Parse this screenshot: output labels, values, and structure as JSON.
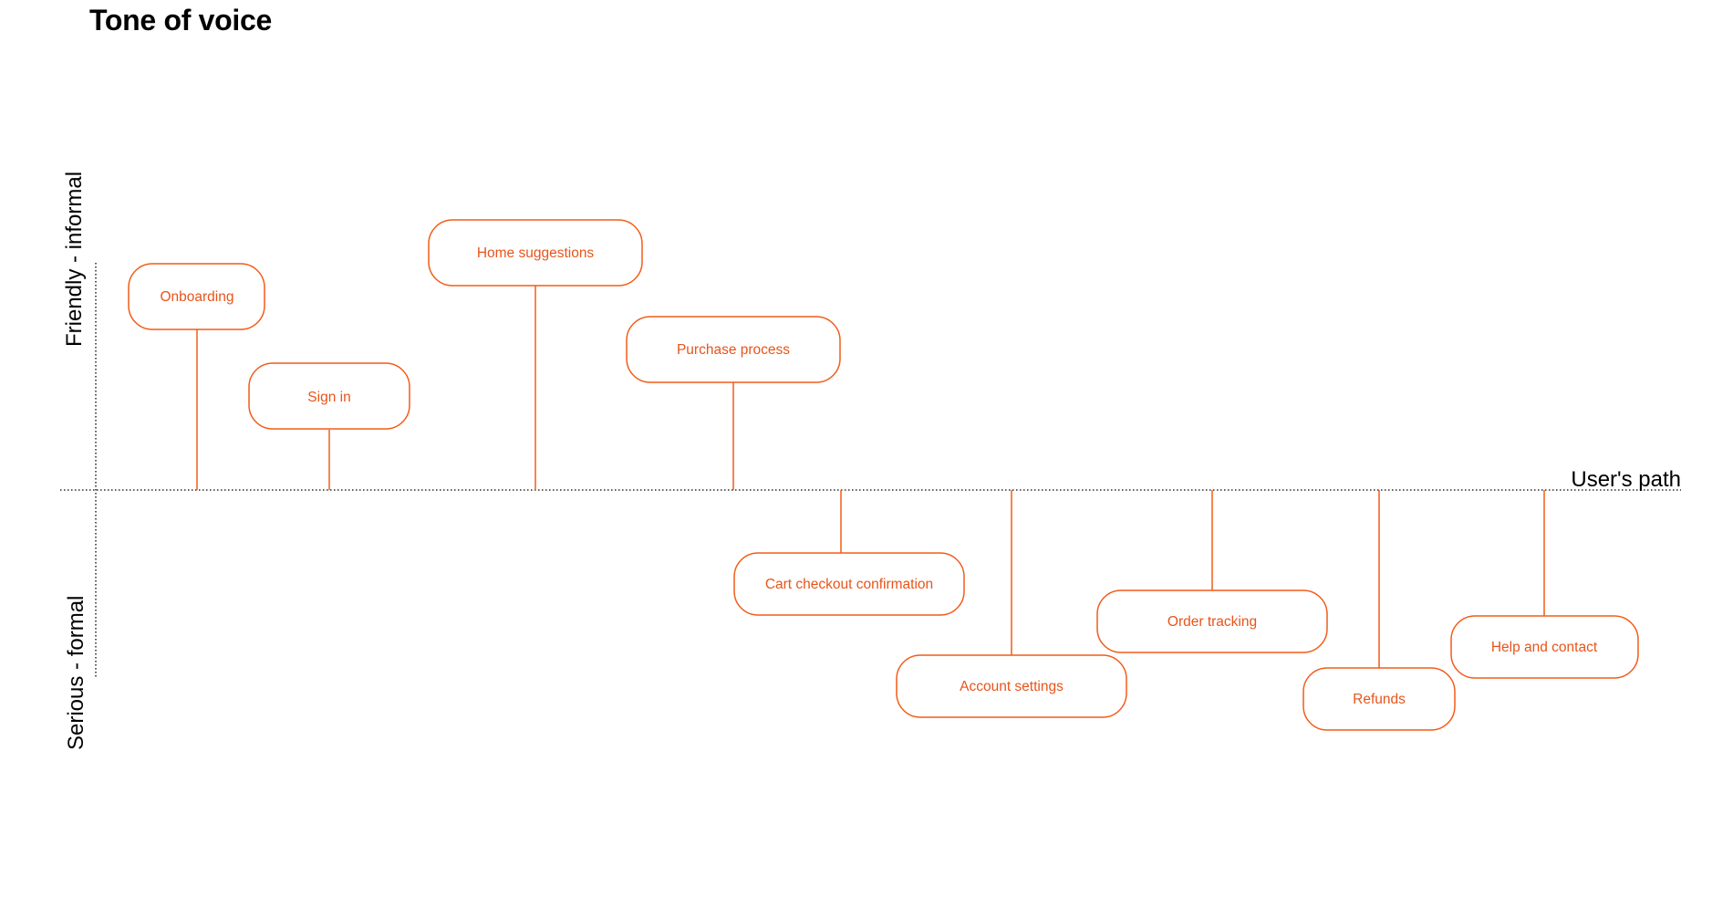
{
  "title": "Tone of voice",
  "axes": {
    "upper_label": "Friendly - informal",
    "lower_label": "Serious - formal",
    "path_label": "User's path"
  },
  "colors": {
    "accent": "#f25c19",
    "text": "#000000",
    "background": "#ffffff"
  },
  "steps": [
    {
      "label": "Onboarding",
      "side": "friendly"
    },
    {
      "label": "Sign in",
      "side": "friendly"
    },
    {
      "label": "Home suggestions",
      "side": "friendly"
    },
    {
      "label": "Purchase process",
      "side": "friendly"
    },
    {
      "label": "Cart checkout confirmation",
      "side": "serious"
    },
    {
      "label": "Account settings",
      "side": "serious"
    },
    {
      "label": "Order tracking",
      "side": "serious"
    },
    {
      "label": "Refunds",
      "side": "serious"
    },
    {
      "label": "Help and contact",
      "side": "serious"
    }
  ]
}
